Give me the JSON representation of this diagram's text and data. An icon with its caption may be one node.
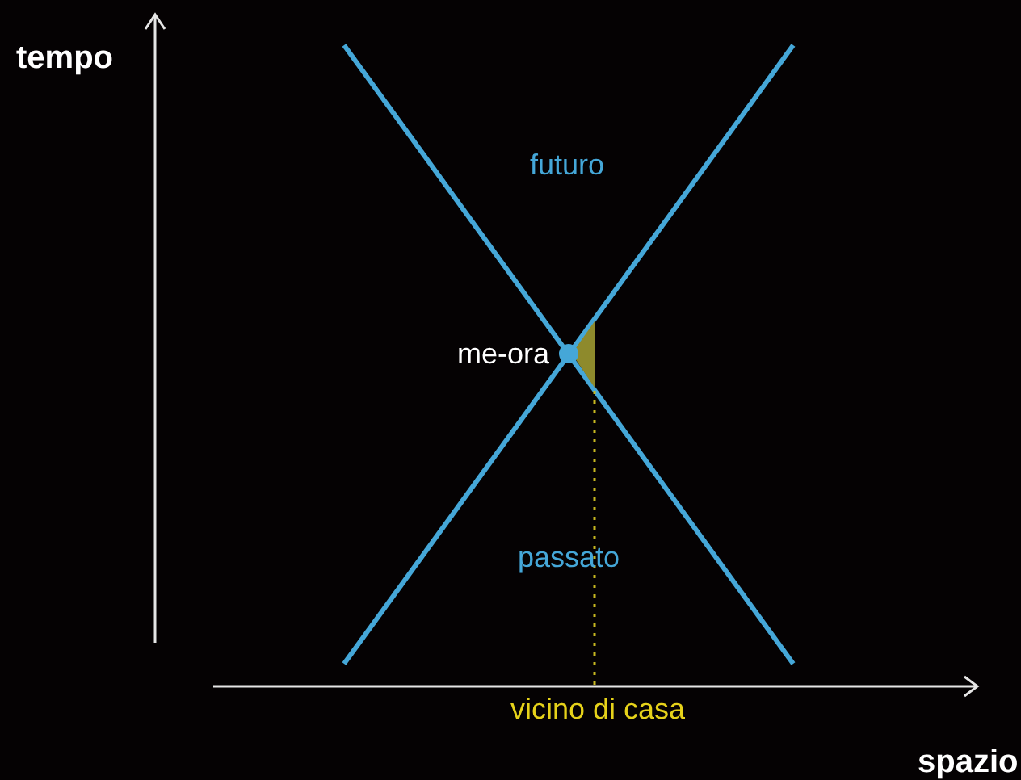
{
  "diagram": {
    "labels": [
      "tempo",
      "futuro",
      "me-ora",
      "passato",
      "vicino di casa",
      "spazio"
    ]
  }
}
